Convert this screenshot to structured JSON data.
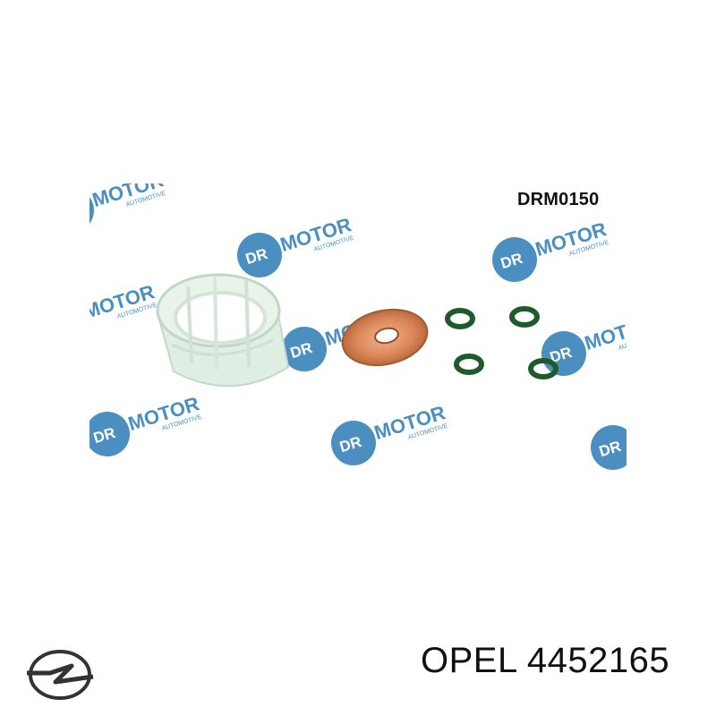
{
  "product": {
    "part_code": "DRM0150",
    "brand": "OPEL",
    "part_number": "4452165",
    "watermark_text": "DR.MOTOR",
    "watermark_sub": "AUTOMOTIVE",
    "watermark_color": "#4a8fc0"
  }
}
